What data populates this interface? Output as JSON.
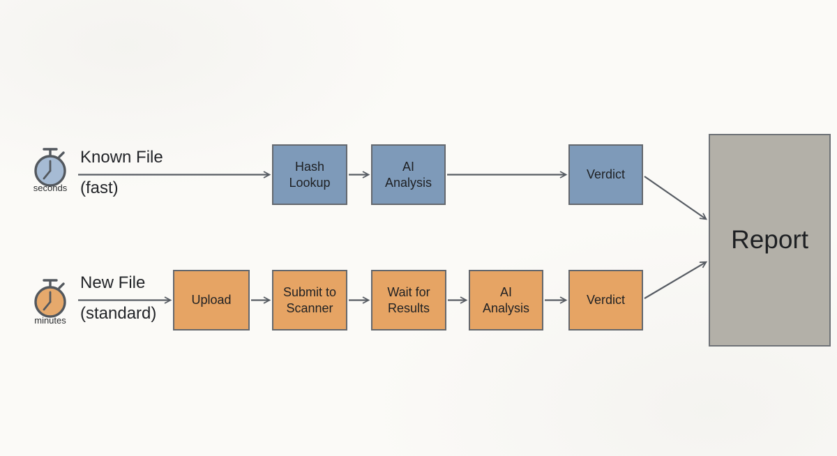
{
  "colors": {
    "fast_box": "#7e9ab9",
    "standard_box": "#e6a464",
    "report_box": "#b3b0a8",
    "box_border": "#63676d",
    "arrow": "#575c63",
    "text": "#1e2023",
    "background": "#fbfaf7",
    "fast_icon_fill": "#a6bbd4",
    "standard_icon_fill": "#e6a96c"
  },
  "fast_path": {
    "timer_label": "seconds",
    "name_line1": "Known File",
    "name_line2": "(fast)",
    "steps": [
      {
        "label": "Hash\nLookup"
      },
      {
        "label": "AI\nAnalysis"
      },
      {
        "label": "Verdict"
      }
    ]
  },
  "standard_path": {
    "timer_label": "minutes",
    "name_line1": "New File",
    "name_line2": "(standard)",
    "steps": [
      {
        "label": "Upload"
      },
      {
        "label": "Submit to\nScanner"
      },
      {
        "label": "Wait for\nResults"
      },
      {
        "label": "AI\nAnalysis"
      },
      {
        "label": "Verdict"
      }
    ]
  },
  "report": {
    "label": "Report"
  }
}
